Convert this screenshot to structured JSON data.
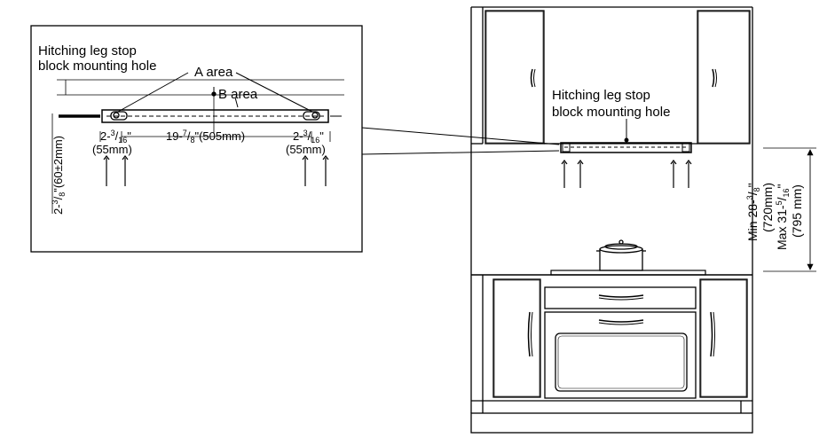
{
  "detail": {
    "label_line1": "Hitching leg stop",
    "label_line2": "block mounting hole",
    "a_area": "A area",
    "b_area": "B area",
    "side_dim": {
      "whole": "2-",
      "num": "3",
      "den": "8",
      "rest": "\"(60±2mm)"
    },
    "left_dim": {
      "whole": "2-",
      "num": "3",
      "den": "16",
      "rest": "\"",
      "mm": "(55mm)"
    },
    "center_dim": {
      "whole": "19-",
      "num": "7",
      "den": "8",
      "rest": "\"(505mm)"
    },
    "right_dim": {
      "whole": "2-",
      "num": "3",
      "den": "16",
      "rest": "\"",
      "mm": "(55mm)"
    }
  },
  "kitchen": {
    "label_line1": "Hitching leg stop",
    "label_line2": "block mounting hole",
    "min_dim": {
      "text": "Min 28-",
      "num": "3",
      "den": "8",
      "rest": "\"",
      "mm": "(720mm)"
    },
    "max_dim": {
      "text": "Max 31-",
      "num": "5",
      "den": "16",
      "rest": "\"",
      "mm": "(795 mm)"
    }
  }
}
